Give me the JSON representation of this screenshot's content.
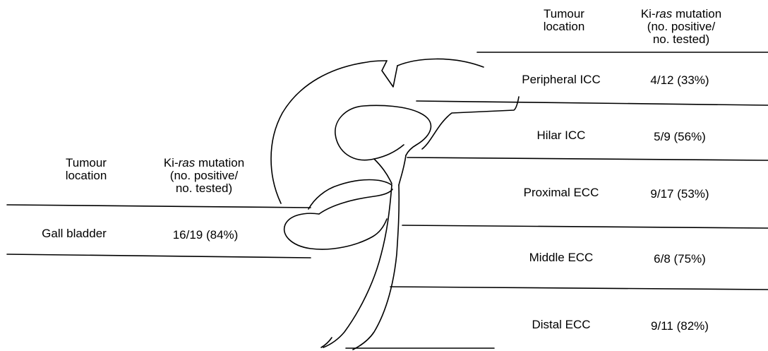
{
  "right_table": {
    "header": {
      "location": "Tumour\nlocation",
      "mutation_prefix": "Ki-",
      "mutation_italic": "ras",
      "mutation_suffix": " mutation",
      "mutation_sub1": "(no. positive/",
      "mutation_sub2": "no. tested)"
    },
    "rows": [
      {
        "location": "Peripheral ICC",
        "value": "4/12 (33%)"
      },
      {
        "location": "Hilar ICC",
        "value": "5/9 (56%)"
      },
      {
        "location": "Proximal ECC",
        "value": "9/17 (53%)"
      },
      {
        "location": "Middle ECC",
        "value": "6/8 (75%)"
      },
      {
        "location": "Distal ECC",
        "value": "9/11 (82%)"
      }
    ]
  },
  "left_table": {
    "header": {
      "location_line1": "Tumour",
      "location_line2": "location",
      "mutation_prefix": "Ki-",
      "mutation_italic": "ras",
      "mutation_suffix": " mutation",
      "mutation_sub1": "(no. positive/",
      "mutation_sub2": "no. tested)"
    },
    "rows": [
      {
        "location": "Gall bladder",
        "value": "16/19 (84%)"
      }
    ]
  },
  "colors": {
    "ink": "#000000",
    "background": "#ffffff"
  }
}
